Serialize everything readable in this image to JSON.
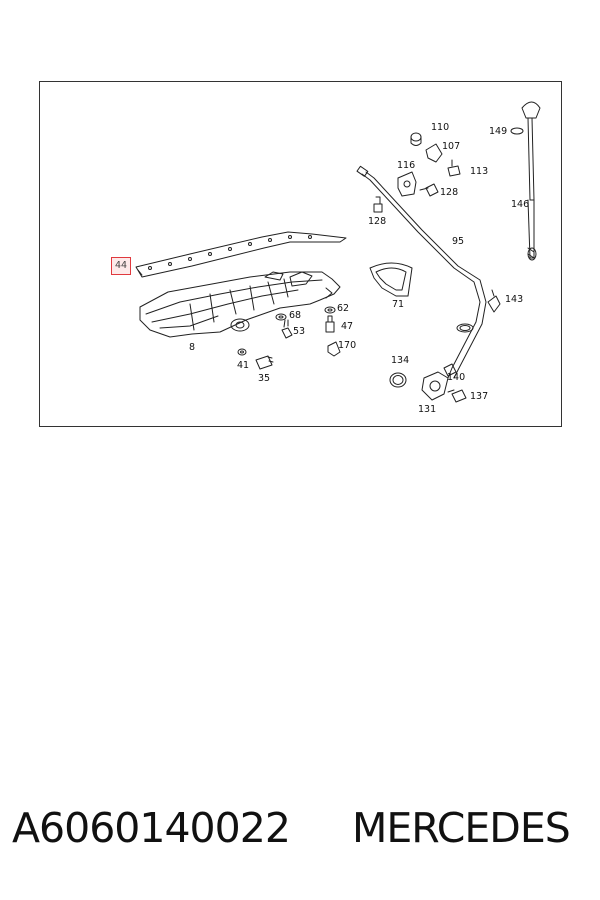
{
  "diagram": {
    "callouts": [
      {
        "id": "c44",
        "label": "44",
        "highlighted": true
      },
      {
        "id": "c8",
        "label": "8"
      },
      {
        "id": "c41",
        "label": "41"
      },
      {
        "id": "c35",
        "label": "35"
      },
      {
        "id": "c68",
        "label": "68"
      },
      {
        "id": "c53",
        "label": "53"
      },
      {
        "id": "c62",
        "label": "62"
      },
      {
        "id": "c47",
        "label": "47"
      },
      {
        "id": "c170",
        "label": "170"
      },
      {
        "id": "c71",
        "label": "71"
      },
      {
        "id": "c95",
        "label": "95"
      },
      {
        "id": "c128a",
        "label": "128"
      },
      {
        "id": "c116",
        "label": "116"
      },
      {
        "id": "c110",
        "label": "110"
      },
      {
        "id": "c107",
        "label": "107"
      },
      {
        "id": "c113",
        "label": "113"
      },
      {
        "id": "c128b",
        "label": "128"
      },
      {
        "id": "c149",
        "label": "149"
      },
      {
        "id": "c146",
        "label": "146"
      },
      {
        "id": "c143",
        "label": "143"
      },
      {
        "id": "c134",
        "label": "134"
      },
      {
        "id": "c140",
        "label": "140"
      },
      {
        "id": "c137",
        "label": "137"
      },
      {
        "id": "c131",
        "label": "131"
      }
    ]
  },
  "caption": {
    "part_number": "A6060140022",
    "brand": "MERCEDES"
  }
}
